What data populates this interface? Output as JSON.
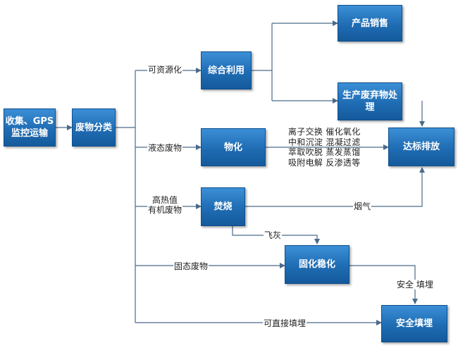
{
  "nodes": {
    "collect": "收集、GPS\n监控运输",
    "classify": "废物分类",
    "comprehensive": "综合利用",
    "product_sales": "产品销售",
    "waste_treatment": "生产废弃物处\n理",
    "physchem": "物化",
    "discharge": "达标排放",
    "incinerate": "焚烧",
    "solidify": "固化稳化",
    "landfill": "安全填埋"
  },
  "edge_labels": {
    "recyclable": "可资源化",
    "liquid_waste": "液态废物",
    "high_heat": "高热值\n有机废物",
    "solid_waste": "固态废物",
    "direct_landfill": "可直接填埋",
    "smoke": "烟气",
    "fly_ash": "飞灰",
    "safe_landfill": "安全 填埋"
  },
  "methods": [
    "离子交换 催化氧化",
    "中和沉淀 混凝过滤",
    "萃取吹脱 蒸发蒸馏",
    "吸附电解 反渗透等"
  ],
  "colors": {
    "node_fill": "#1f6cb3",
    "line": "#4a6a8a"
  }
}
